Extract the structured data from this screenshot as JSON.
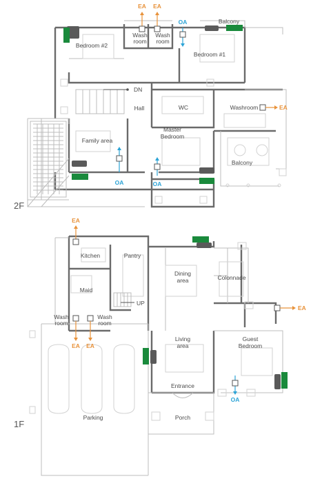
{
  "floors": {
    "upper": "2F",
    "lower": "1F"
  },
  "rooms_2f": {
    "bedroom2": "Bedroom #2",
    "washroom_a_1": "Wash",
    "washroom_a_2": "room",
    "washroom_b_1": "Wash",
    "washroom_b_2": "room",
    "balcony_top": "Balcony",
    "bedroom1": "Bedroom #1",
    "dn": "DN",
    "hall": "Hall",
    "wc": "WC",
    "washroom": "Washroom",
    "family_area": "Family area",
    "master_1": "Master",
    "master_2": "Bedroom",
    "balcony_right": "Balcony"
  },
  "rooms_1f": {
    "kitchen": "Kitchen",
    "pantry": "Pantry",
    "dining_1": "Dining",
    "dining_2": "area",
    "colonnade": "Colonnade",
    "maid": "Maid",
    "up": "UP",
    "washroom_a_1": "Wash",
    "washroom_a_2": "room",
    "washroom_b_1": "Wash",
    "washroom_b_2": "room",
    "living_1": "Living",
    "living_2": "area",
    "guest_1": "Guest",
    "guest_2": "Bedroom",
    "entrance": "Entrance",
    "porch": "Porch",
    "parking": "Parking"
  },
  "airflow": {
    "ea": "EA",
    "oa": "OA",
    "ea_color": "#e8923a",
    "oa_color": "#2ba3d6"
  },
  "equipment": {
    "indoor_unit_color": "#5a5a5a",
    "outdoor_unit_color": "#1a8a3c"
  }
}
